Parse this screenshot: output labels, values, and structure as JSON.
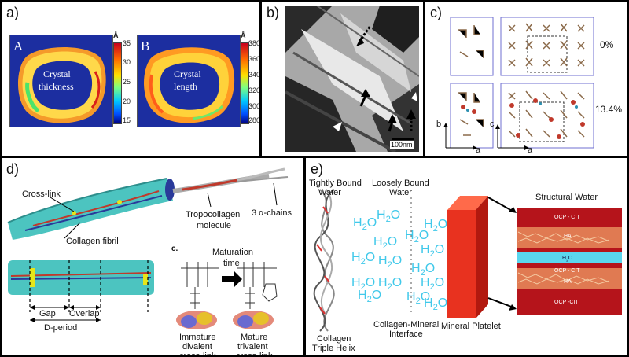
{
  "panel_a": {
    "label": "a)",
    "map_a": {
      "letter": "A",
      "title_line1": "Crystal",
      "title_line2": "thickness",
      "unit": "Å",
      "ticks": [
        "35",
        "30",
        "25",
        "20",
        "15"
      ]
    },
    "map_b": {
      "letter": "B",
      "title_line1": "Crystal",
      "title_line2": "length",
      "unit": "Å",
      "ticks": [
        "380",
        "360",
        "340",
        "320",
        "300",
        "280"
      ]
    }
  },
  "panel_b": {
    "label": "b)",
    "scale_bar": "100nm"
  },
  "panel_c": {
    "label": "c)",
    "pct_top": "0%",
    "pct_bottom": "13.4%",
    "axis_b": "b",
    "axis_c": "c",
    "axis_a1": "a",
    "axis_a2": "a"
  },
  "panel_d": {
    "label": "d)",
    "cross_link": "Cross-link",
    "collagen_fibril": "Collagen fibril",
    "tropocollagen_line1": "Tropocollagen",
    "tropocollagen_line2": "molecule",
    "chains": "3 α-chains",
    "gap": "Gap",
    "overlap": "Overlap",
    "d_period": "D-period",
    "sub_c": "c.",
    "maturation_line1": "Maturation",
    "maturation_line2": "time",
    "immature": [
      "Immature",
      "divalent",
      "cross-link"
    ],
    "mature": [
      "Mature",
      "trivalent",
      "cross-link"
    ]
  },
  "panel_e": {
    "label": "e)",
    "tightly": [
      "Tightly Bound",
      "Water"
    ],
    "loosely": [
      "Loosely Bound",
      "Water"
    ],
    "structural": "Structural Water",
    "triple_helix": [
      "Collagen",
      "Triple Helix"
    ],
    "interface": [
      "Collagen-Mineral",
      "Interface"
    ],
    "platelet": "Mineral Platelet",
    "water": "H2O",
    "layers": [
      "OCP - CIT",
      "HA",
      "H2O",
      "OCP - CIT",
      "HA",
      "OCP -CIT"
    ]
  },
  "colors": {
    "cyan": "#41c9ea",
    "platelet": "#e8321f",
    "layer_red": "#b5141b",
    "water_band": "#5ad6ee"
  }
}
